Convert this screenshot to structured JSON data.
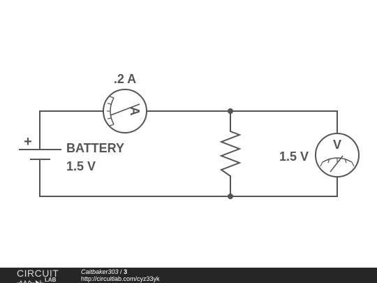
{
  "circuit": {
    "ammeter_reading": ".2 A",
    "ammeter_symbol": "A",
    "battery_name": "BATTERY",
    "battery_value": "1.5 V",
    "battery_plus": "+",
    "voltmeter_reading": "1.5 V",
    "voltmeter_symbol": "V"
  },
  "footer": {
    "logo_top": "CIRCUIT",
    "logo_bottom": "LAB",
    "author": "Caitbaker303",
    "separator": " / ",
    "circuit_number": "3",
    "url": "http://circuitlab.com/cyz33yk"
  },
  "colors": {
    "wire": "#555555",
    "footer_bg": "#262626"
  },
  "icons": [
    "ammeter-icon",
    "voltmeter-icon",
    "resistor-icon",
    "battery-icon",
    "circuitlab-logo"
  ]
}
